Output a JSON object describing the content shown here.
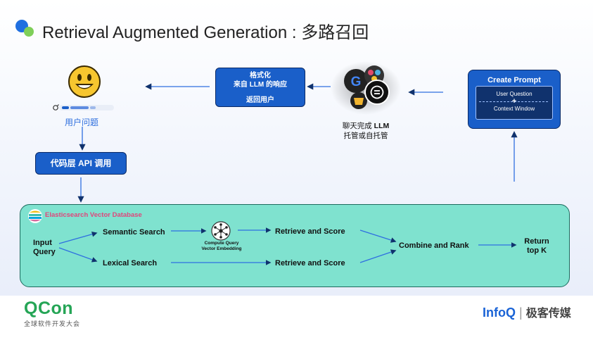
{
  "title": "Retrieval Augmented Generation : 多路召回",
  "user": {
    "question_label": "用户问题"
  },
  "api_box": {
    "label": "代码层 API 调用"
  },
  "format_box": {
    "line1": "格式化",
    "line2": "来自 LLM 的响应",
    "line3": "返回用户"
  },
  "llm": {
    "caption_line1_prefix": "聊天完成 ",
    "caption_line1_bold": "LLM",
    "caption_line2": "托管或自托管"
  },
  "prompt_box": {
    "title": "Create Prompt",
    "top": "User Question",
    "plus": "+",
    "bottom": "Context Window"
  },
  "es": {
    "label": "Elasticsearch Vector Database",
    "input_query": "Input\nQuery",
    "semantic_search": "Semantic Search",
    "lexical_search": "Lexical Search",
    "embed_label_line1": "Compute Query",
    "embed_label_line2": "Vector Embedding",
    "retrieve_score_1": "Retrieve and Score",
    "retrieve_score_2": "Retrieve and Score",
    "combine_rank": "Combine and Rank",
    "return_line1": "Return",
    "return_line2": "top K"
  },
  "footer": {
    "qcon": "QCon",
    "qcon_sub": "全球软件开发大会",
    "infoq": "InfoQ",
    "infoq_cn": "极客传媒"
  },
  "colors": {
    "primary_blue": "#1a5fc9",
    "dark_navy": "#10326d",
    "teal_db": "#7fe2cf",
    "qcon_green": "#25a556",
    "infoq_blue": "#1a63d6"
  }
}
